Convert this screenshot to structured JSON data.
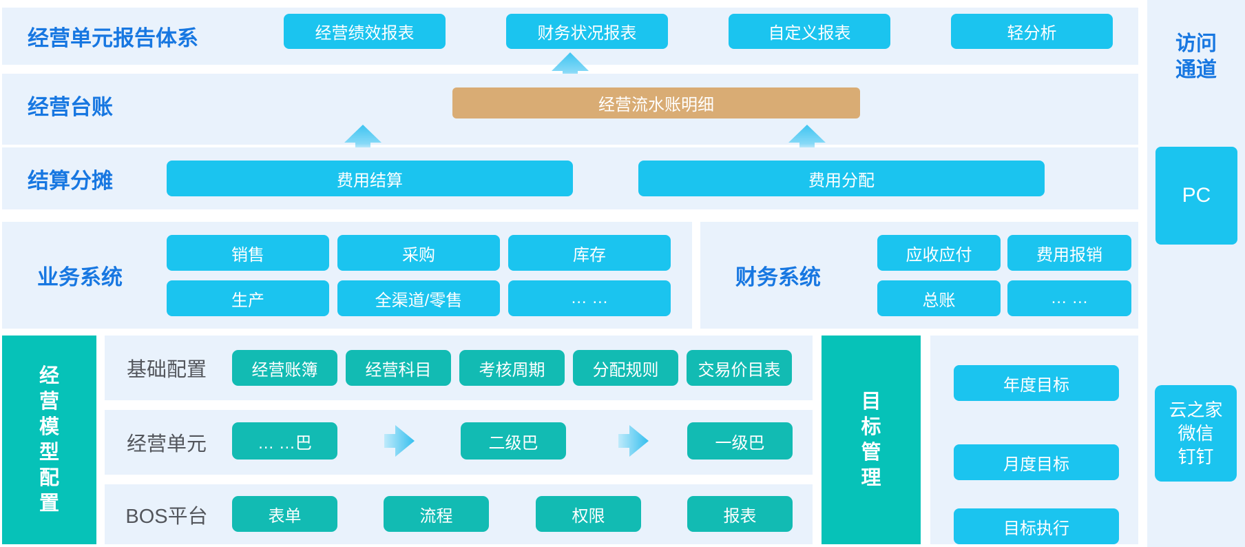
{
  "colors": {
    "band_bg": "#e9f2fc",
    "cyan_button": "#1bc4ef",
    "teal_button": "#12bbb3",
    "teal_bar": "#06c2b8",
    "tan_box": "#d9ac74",
    "label_blue": "#1777e1",
    "label_gray": "#53565c",
    "button_text": "#ffffff"
  },
  "rows": {
    "report": {
      "label": "经营单元报告体系",
      "buttons": [
        "经营绩效报表",
        "财务状况报表",
        "自定义报表",
        "轻分析"
      ]
    },
    "ledger": {
      "label": "经营台账",
      "detail_box": "经营流水账明细"
    },
    "settlement": {
      "label": "结算分摊",
      "buttons": [
        "费用结算",
        "费用分配"
      ]
    },
    "business": {
      "label": "业务系统",
      "row1": [
        "销售",
        "采购",
        "库存"
      ],
      "row2": [
        "生产",
        "全渠道/零售",
        "… …"
      ]
    },
    "finance": {
      "label": "财务系统",
      "row1": [
        "应收应付",
        "费用报销"
      ],
      "row2": [
        "总账",
        "… …"
      ]
    }
  },
  "model": {
    "bar_label": "经\n营\n模\n型\n配\n置",
    "rows": [
      {
        "label": "基础配置",
        "buttons": [
          "经营账簿",
          "经营科目",
          "考核周期",
          "分配规则",
          "交易价目表"
        ]
      },
      {
        "label": "经营单元",
        "buttons": [
          "… …巴",
          "二级巴",
          "一级巴"
        ]
      },
      {
        "label": "BOS平台",
        "buttons": [
          "表单",
          "流程",
          "权限",
          "报表"
        ]
      }
    ]
  },
  "target": {
    "bar_label": "目\n标\n管\n理",
    "buttons": [
      "年度目标",
      "月度目标",
      "目标执行"
    ]
  },
  "access": {
    "title": "访问\n通道",
    "pc": "PC",
    "apps": "云之家\n微信\n钉钉"
  }
}
